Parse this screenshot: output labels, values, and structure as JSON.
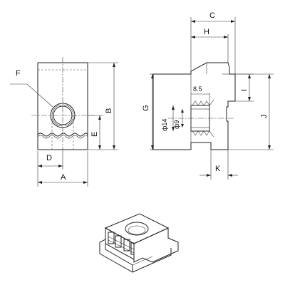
{
  "labels": {
    "F": "F",
    "D": "D",
    "A": "A",
    "B": "B",
    "E": "E",
    "C": "C",
    "H": "H",
    "G": "G",
    "I": "I",
    "J": "J",
    "K": "K",
    "d85": "8.5",
    "d14": "ф14",
    "d9": "ф9"
  },
  "colors": {
    "line": "#222222",
    "background": "#ffffff"
  }
}
